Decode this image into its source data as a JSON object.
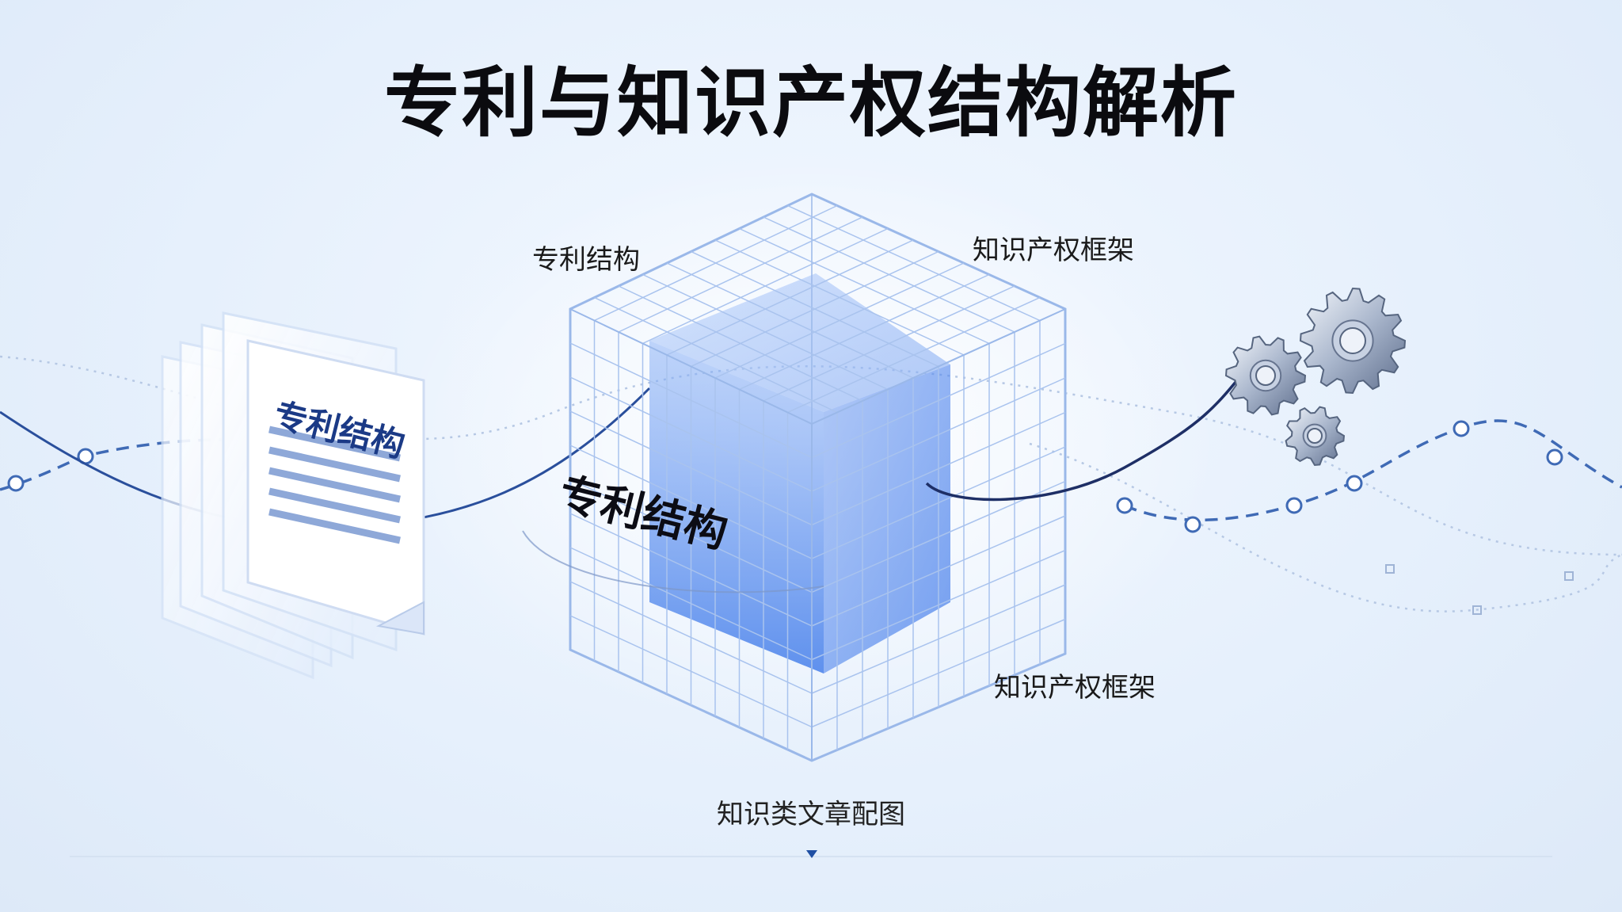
{
  "title": "专利与知识产权结构解析",
  "labels": {
    "patent_structure_top": "专利结构",
    "ip_framework_top": "知识产权框架",
    "ip_framework_bottom": "知识产权框架",
    "cube_center": "专利结构",
    "document": "专利结构"
  },
  "caption": "知识类文章配图",
  "colors": {
    "accent_blue": "#2f6fe8",
    "line_dark": "#1e2f66",
    "dash_blue": "#3f6ab5"
  },
  "icons": [
    "document-stack-icon",
    "gear-icon",
    "caret-down-icon"
  ]
}
